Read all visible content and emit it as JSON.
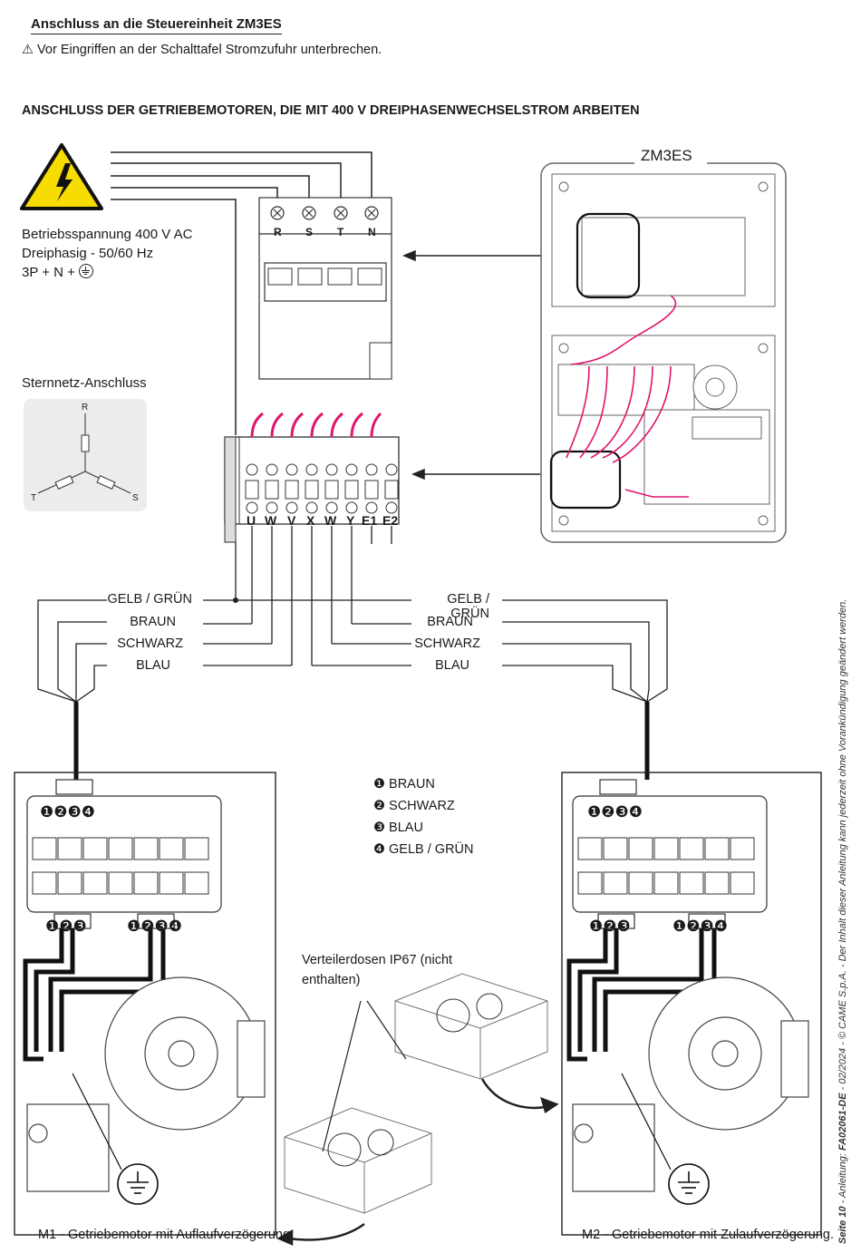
{
  "header": {
    "title": "Anschluss an die Steuereinheit ZM3ES",
    "warning": "Vor Eingriffen an der Schalttafel Stromzufuhr unterbrechen."
  },
  "section_title": "ANSCHLUSS DER GETRIEBEMOTOREN, DIE MIT 400 V DREIPHASENWECHSELSTROM ARBEITEN",
  "supply": {
    "line1": "Betriebsspannung 400 V AC",
    "line2": "Dreiphasig - 50/60 Hz",
    "line3": "3P + N +"
  },
  "mains_terminals": [
    "R",
    "S",
    "T",
    "N"
  ],
  "control_unit": {
    "title": "ZM3ES"
  },
  "star": {
    "label": "Sternnetz-Anschluss",
    "phases": [
      "R",
      "T",
      "S"
    ]
  },
  "motor_terminals": [
    "U",
    "W",
    "V",
    "X",
    "W",
    "Y",
    "E1",
    "E2"
  ],
  "wires_left": [
    "GELB / GRÜN",
    "BRAUN",
    "SCHWARZ",
    "BLAU"
  ],
  "wires_right": [
    "GELB / GRÜN",
    "BRAUN",
    "SCHWARZ",
    "BLAU"
  ],
  "legend": [
    {
      "num": "❶",
      "label": "BRAUN"
    },
    {
      "num": "❷",
      "label": "SCHWARZ"
    },
    {
      "num": "❸",
      "label": "BLAU"
    },
    {
      "num": "❹",
      "label": "GELB / GRÜN"
    }
  ],
  "junction_box_note": {
    "line1": "Verteilerdosen IP67 (nicht",
    "line2": "enthalten)"
  },
  "captions": {
    "m1": "M1 - Getriebemotor mit Auflaufverzögerung.",
    "m2": "M2 - Getriebemotor mit Zulaufverzögerung."
  },
  "footer": {
    "page": "Seite 10",
    "text": " - Anleitung: ",
    "doc": "FA02061-DE",
    "rest": " - 02/2024 - © CAME S.p.A. - Der Inhalt dieser Anleitung kann jederzeit ohne Vorankündigung geändert werden."
  },
  "colors": {
    "wire_pink": "#e0156f",
    "warning_yellow": "#f6dc00",
    "line": "#1a1a1a"
  }
}
